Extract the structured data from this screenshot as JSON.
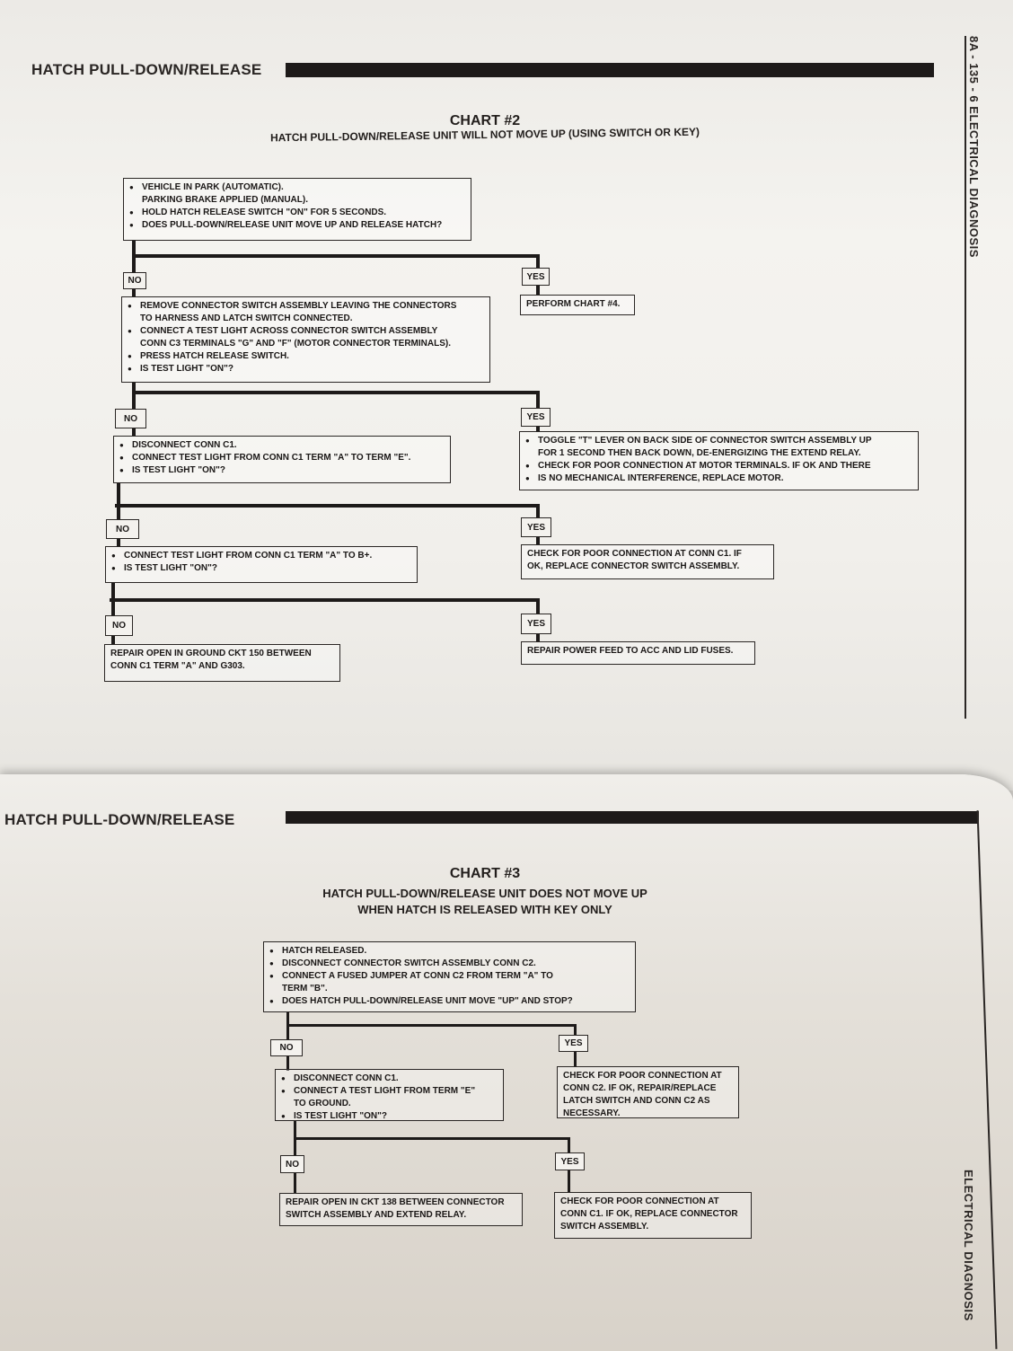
{
  "page1": {
    "header": "HATCH PULL-DOWN/RELEASE",
    "side_label": "8A - 135 - 6 ELECTRICAL DIAGNOSIS",
    "chart_title": "CHART #2",
    "chart_subtitle": "HATCH PULL-DOWN/RELEASE UNIT WILL NOT MOVE UP (USING SWITCH OR KEY)",
    "no": "NO",
    "yes": "YES",
    "boxes": {
      "c2b1": [
        {
          "b": true,
          "t": "VEHICLE IN PARK (AUTOMATIC)."
        },
        {
          "b": false,
          "t": "PARKING BRAKE APPLIED (MANUAL)."
        },
        {
          "b": true,
          "t": "HOLD HATCH RELEASE SWITCH \"ON\" FOR 5 SECONDS."
        },
        {
          "b": true,
          "t": "DOES PULL-DOWN/RELEASE UNIT MOVE UP AND RELEASE HATCH?"
        }
      ],
      "c2b2": [
        {
          "b": true,
          "t": "REMOVE CONNECTOR SWITCH ASSEMBLY LEAVING THE CONNECTORS"
        },
        {
          "b": false,
          "t": "TO HARNESS AND LATCH SWITCH CONNECTED."
        },
        {
          "b": true,
          "t": "CONNECT A TEST LIGHT ACROSS CONNECTOR SWITCH ASSEMBLY"
        },
        {
          "b": false,
          "t": "CONN C3 TERMINALS \"G\" AND \"F\" (MOTOR CONNECTOR TERMINALS)."
        },
        {
          "b": true,
          "t": "PRESS HATCH RELEASE SWITCH."
        },
        {
          "b": true,
          "t": "IS TEST LIGHT \"ON\"?"
        }
      ],
      "c2y1": [
        {
          "b": false,
          "t": "PERFORM CHART  #4."
        }
      ],
      "c2b3": [
        {
          "b": true,
          "t": "DISCONNECT CONN C1."
        },
        {
          "b": true,
          "t": "CONNECT TEST LIGHT FROM CONN C1 TERM \"A\" TO TERM \"E\"."
        },
        {
          "b": true,
          "t": "IS TEST LIGHT \"ON\"?"
        }
      ],
      "c2y2": [
        {
          "b": true,
          "t": "TOGGLE \"T\" LEVER ON BACK SIDE OF CONNECTOR SWITCH ASSEMBLY UP"
        },
        {
          "b": false,
          "t": "FOR 1 SECOND THEN BACK DOWN, DE-ENERGIZING THE EXTEND RELAY."
        },
        {
          "b": true,
          "t": "CHECK FOR POOR CONNECTION AT MOTOR TERMINALS.  IF OK AND THERE"
        },
        {
          "b": true,
          "t": "IS NO MECHANICAL INTERFERENCE, REPLACE MOTOR."
        }
      ],
      "c2b4": [
        {
          "b": true,
          "t": "CONNECT TEST LIGHT FROM CONN C1 TERM \"A\" TO B+."
        },
        {
          "b": true,
          "t": "IS TEST LIGHT \"ON\"?"
        }
      ],
      "c2y3": [
        {
          "b": false,
          "t": "CHECK FOR POOR CONNECTION AT CONN C1.  IF"
        },
        {
          "b": false,
          "t": "OK, REPLACE CONNECTOR SWITCH ASSEMBLY."
        }
      ],
      "c2n4": [
        {
          "b": false,
          "t": "REPAIR OPEN IN GROUND CKT 150 BETWEEN"
        },
        {
          "b": false,
          "t": "CONN C1 TERM \"A\" AND G303."
        }
      ],
      "c2y4": [
        {
          "b": false,
          "t": "REPAIR POWER FEED TO ACC AND LID FUSES."
        }
      ]
    }
  },
  "page2": {
    "header": "HATCH PULL-DOWN/RELEASE",
    "side_label": "ELECTRICAL DIAGNOSIS",
    "chart_title": "CHART #3",
    "chart_subtitle_1": "HATCH PULL-DOWN/RELEASE UNIT DOES NOT MOVE UP",
    "chart_subtitle_2": "WHEN HATCH IS RELEASED WITH KEY ONLY",
    "no": "NO",
    "yes": "YES",
    "boxes": {
      "c3b1": [
        {
          "b": true,
          "t": "HATCH RELEASED."
        },
        {
          "b": true,
          "t": "DISCONNECT CONNECTOR SWITCH ASSEMBLY CONN C2."
        },
        {
          "b": true,
          "t": "CONNECT A FUSED JUMPER AT CONN C2 FROM TERM \"A\" TO"
        },
        {
          "b": false,
          "t": "TERM \"B\"."
        },
        {
          "b": true,
          "t": "DOES HATCH PULL-DOWN/RELEASE UNIT MOVE \"UP\" AND STOP?"
        }
      ],
      "c3b2": [
        {
          "b": true,
          "t": "DISCONNECT CONN C1."
        },
        {
          "b": true,
          "t": "CONNECT A TEST LIGHT FROM TERM \"E\""
        },
        {
          "b": false,
          "t": "TO GROUND."
        },
        {
          "b": true,
          "t": "IS TEST LIGHT \"ON\"?"
        }
      ],
      "c3y1": [
        {
          "b": false,
          "t": "CHECK FOR POOR CONNECTION AT"
        },
        {
          "b": false,
          "t": "CONN C2.  IF OK, REPAIR/REPLACE"
        },
        {
          "b": false,
          "t": "LATCH SWITCH AND CONN C2 AS"
        },
        {
          "b": false,
          "t": "NECESSARY."
        }
      ],
      "c3n2": [
        {
          "b": false,
          "t": "REPAIR OPEN IN CKT 138 BETWEEN CONNECTOR"
        },
        {
          "b": false,
          "t": "SWITCH ASSEMBLY AND EXTEND RELAY."
        }
      ],
      "c3y2": [
        {
          "b": false,
          "t": "CHECK FOR POOR CONNECTION AT"
        },
        {
          "b": false,
          "t": "CONN C1.  IF OK, REPLACE CONNECTOR"
        },
        {
          "b": false,
          "t": "SWITCH ASSEMBLY."
        }
      ]
    }
  }
}
